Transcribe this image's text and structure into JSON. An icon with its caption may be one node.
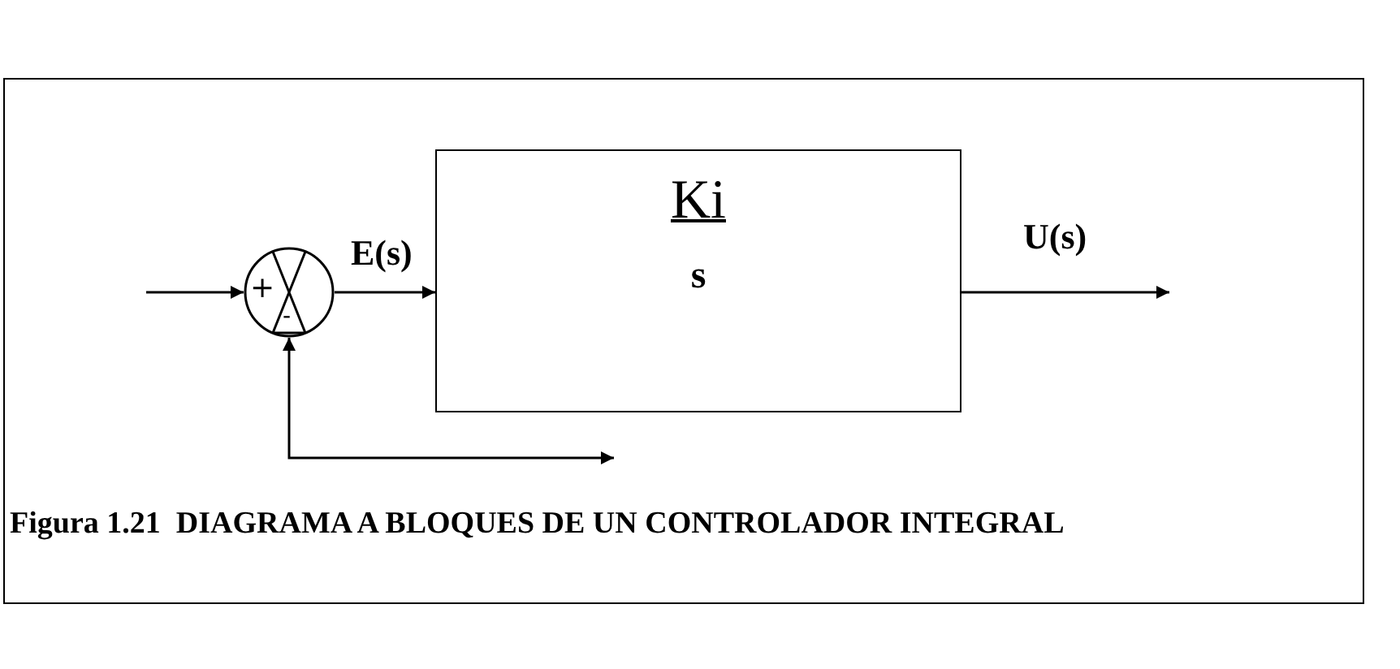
{
  "diagram": {
    "caption": "Figura 1.21  DIAGRAMA A BLOQUES DE UN CONTROLADOR INTEGRAL",
    "nodes": [
      {
        "text": [
          "+",
          "-"
        ]
      },
      {
        "text": [
          "Ki",
          "s"
        ]
      }
    ],
    "edges": [
      {
        "from": null,
        "to": 0,
        "arrow": "to"
      },
      {
        "from": 0,
        "to": 1,
        "arrow": "to",
        "label": "E(s)"
      },
      {
        "from": 1,
        "to": null,
        "arrow": "to",
        "label": "U(s)"
      },
      {
        "from": null,
        "to": 0,
        "arrow": "both"
      }
    ]
  }
}
